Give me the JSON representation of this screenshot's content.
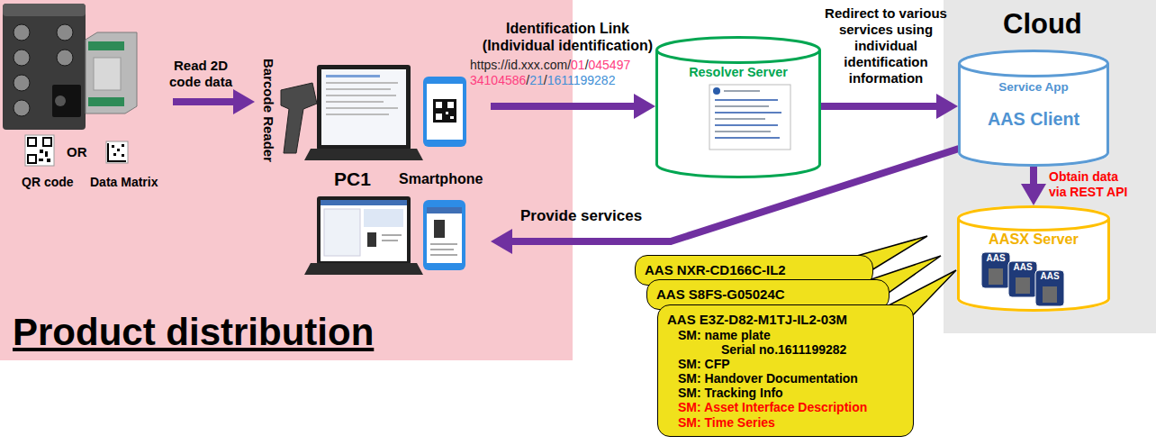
{
  "diagram": {
    "nodes": [
      {
        "text": [
          "Product distribution"
        ]
      },
      {
        "text": [
          "QR code",
          "OR",
          "Data Matrix"
        ],
        "in": 0
      },
      {
        "text": [
          "Barcode Reader",
          "PC1",
          "Smartphone"
        ],
        "in": 0
      },
      {
        "text": [
          "Resolver Server"
        ]
      },
      {
        "text": [
          "Cloud"
        ]
      },
      {
        "text": [
          "Service App",
          "AAS Client"
        ],
        "in": 4
      },
      {
        "text": [
          "AASX Server",
          "AAS",
          "AAS",
          "AAS"
        ],
        "in": 4
      },
      {
        "text": [
          "AAS NXR-CD166C-IL2"
        ]
      },
      {
        "text": [
          "AAS S8FS-G05024C"
        ]
      },
      {
        "text": [
          "AAS E3Z-D82-M1TJ-IL2-03M",
          "SM: name plate",
          "Serial no.1611199282",
          "SM: CFP",
          "SM: Handover Documentation",
          "SM: Tracking Info",
          "SM: Asset Interface Description",
          "SM: Time Series"
        ]
      }
    ],
    "edges": [
      {
        "from": 1,
        "to": 2,
        "label": "Read 2D code data",
        "arrow": "to"
      },
      {
        "from": 2,
        "to": 3,
        "label": "Identification Link (Individual identification)",
        "arrow": "to"
      },
      {
        "from": 3,
        "to": 5,
        "label": "Redirect to various services using individual identification information",
        "arrow": "to"
      },
      {
        "from": 5,
        "to": 6,
        "label": "Obtain data via REST API",
        "arrow": "to"
      },
      {
        "from": 5,
        "to": 2,
        "label": "Provide services",
        "arrow": "to"
      }
    ],
    "labels": [
      "https://id.xxx.com/",
      "01",
      "/",
      "04549734104586",
      "/",
      "21",
      "/",
      "1611199282"
    ]
  }
}
